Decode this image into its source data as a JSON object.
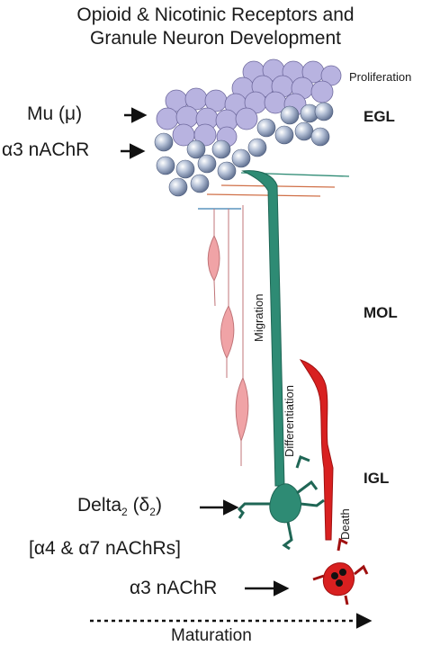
{
  "title": {
    "line1": "Opioid & Nicotinic Receptors and",
    "line2": "Granule Neuron Development"
  },
  "zones": {
    "egl": "EGL",
    "mol": "MOL",
    "igl": "IGL"
  },
  "stages": {
    "proliferation": "Proliferation",
    "migration": "Migration",
    "differentiation": "Differentiation",
    "death": "Death",
    "maturation": "Maturation"
  },
  "receptors": {
    "mu": "Mu (μ)",
    "a3_top": "α3 nAChR",
    "delta_main": "Delta",
    "delta_sub": "2",
    "delta_paren": "(δ",
    "delta_paren_sub": "2",
    "delta_close": ")",
    "a4a7": "[α4 & α7 nAChRs]",
    "a3_bottom": "α3 nAChR"
  },
  "colors": {
    "purple_cell": "#b8b3e0",
    "blue_cell": "#a9b7cf",
    "pink_neuron": "#f0a3a6",
    "teal_neuron": "#2e8b74",
    "red_neuron": "#d82020",
    "axon_blue": "#3a7fb0",
    "axon_orange": "#d07048"
  }
}
